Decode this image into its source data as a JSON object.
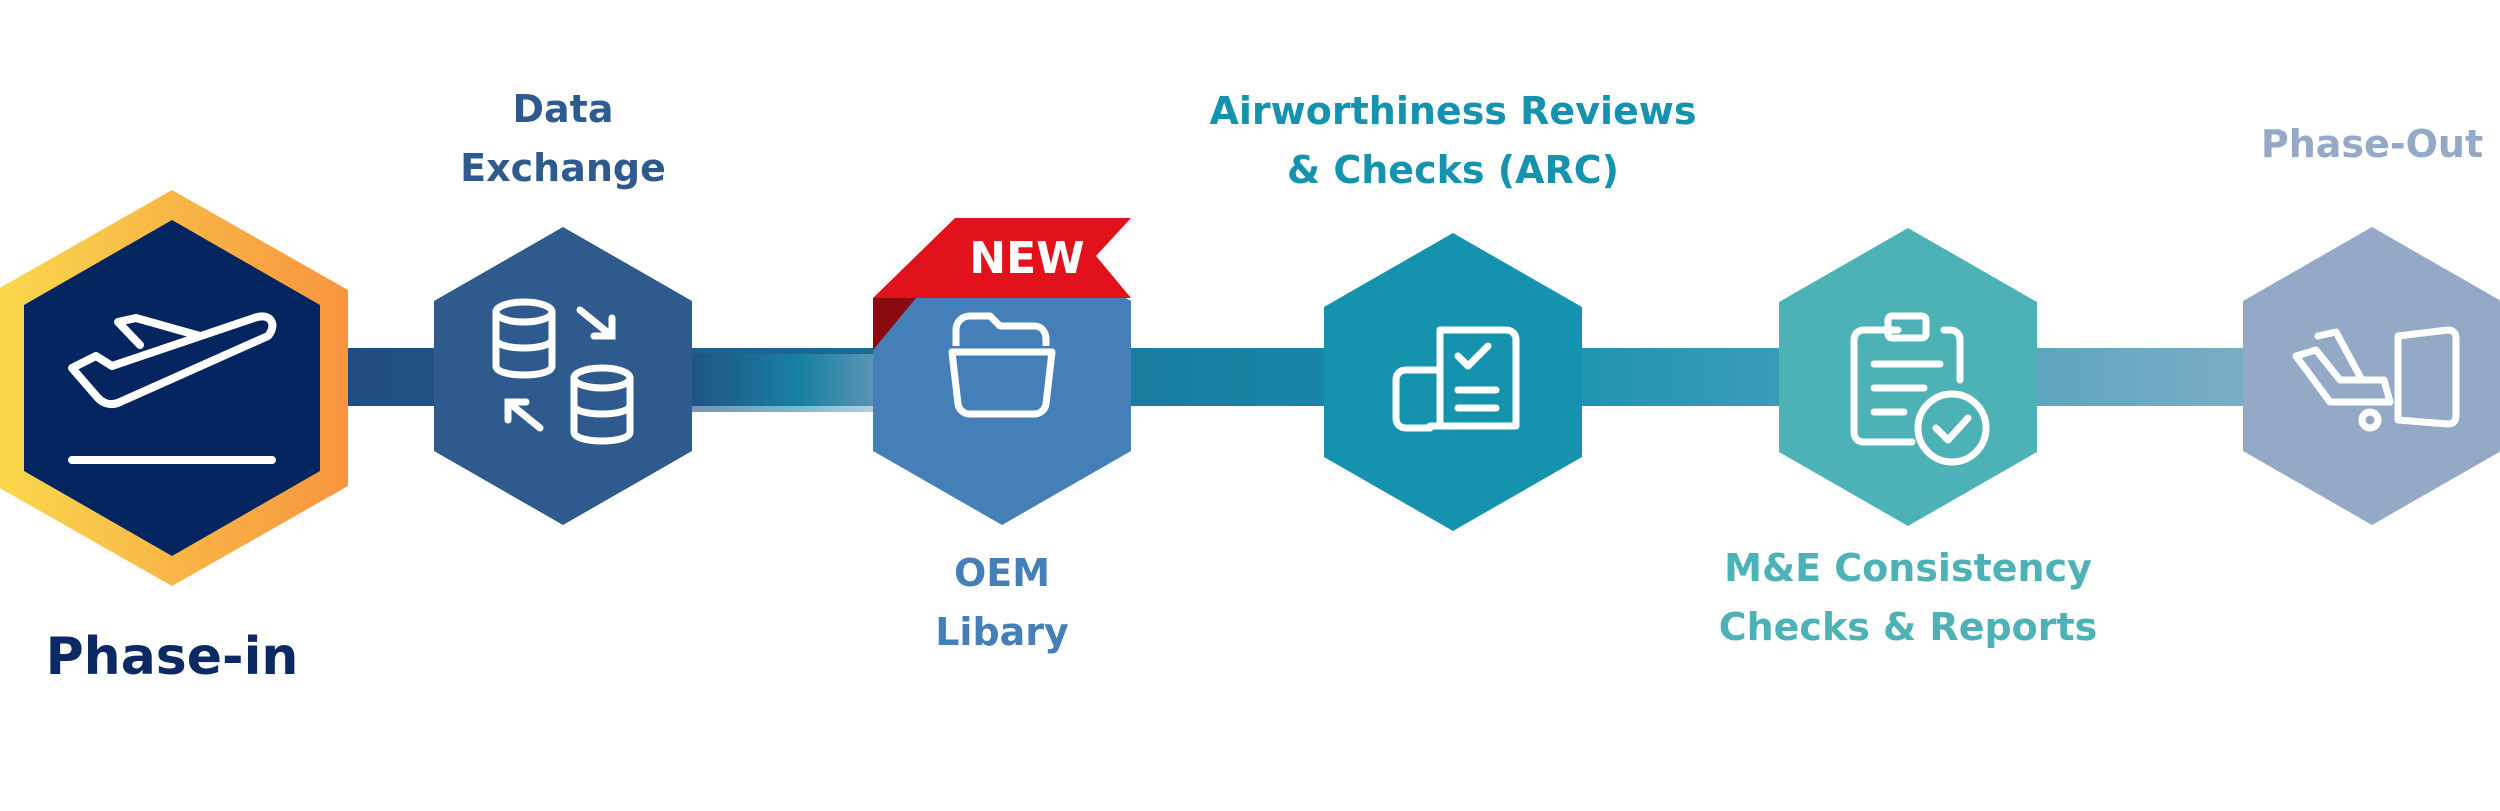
{
  "steps": [
    {
      "key": "phase-in",
      "label_lines": [
        "Phase-in"
      ],
      "icon": "airplane-takeoff-icon",
      "color": "#0b2a63"
    },
    {
      "key": "data-exchange",
      "label_lines": [
        "Data",
        "Exchange"
      ],
      "icon": "database-exchange-icon",
      "color": "#2e5a8e"
    },
    {
      "key": "oem-library",
      "label_lines": [
        "OEM",
        "Libary"
      ],
      "icon": "folder-icon",
      "color": "#457fb8",
      "badge": "NEW"
    },
    {
      "key": "arc",
      "label_lines": [
        "Airworthiness Reviews",
        "& Checks (ARC)"
      ],
      "icon": "document-check-icon",
      "color": "#1592ad"
    },
    {
      "key": "me-consistency",
      "label_lines": [
        "M&E Consistency",
        "Checks & Reports"
      ],
      "icon": "clipboard-check-icon",
      "color": "#4db2b6"
    },
    {
      "key": "phase-out",
      "label_lines": [
        "Phase-Out"
      ],
      "icon": "airplane-exit-icon",
      "color": "#93a9c6"
    }
  ],
  "colors": {
    "phase_in_fill": "#04255f",
    "phase_in_ring_start": "#f9d84d",
    "phase_in_ring_end": "#f7953f",
    "badge": "#e2121d",
    "badge_fold": "#8a0a0f",
    "connector_start": "#21497f",
    "connector_end": "#9fb6cf"
  }
}
